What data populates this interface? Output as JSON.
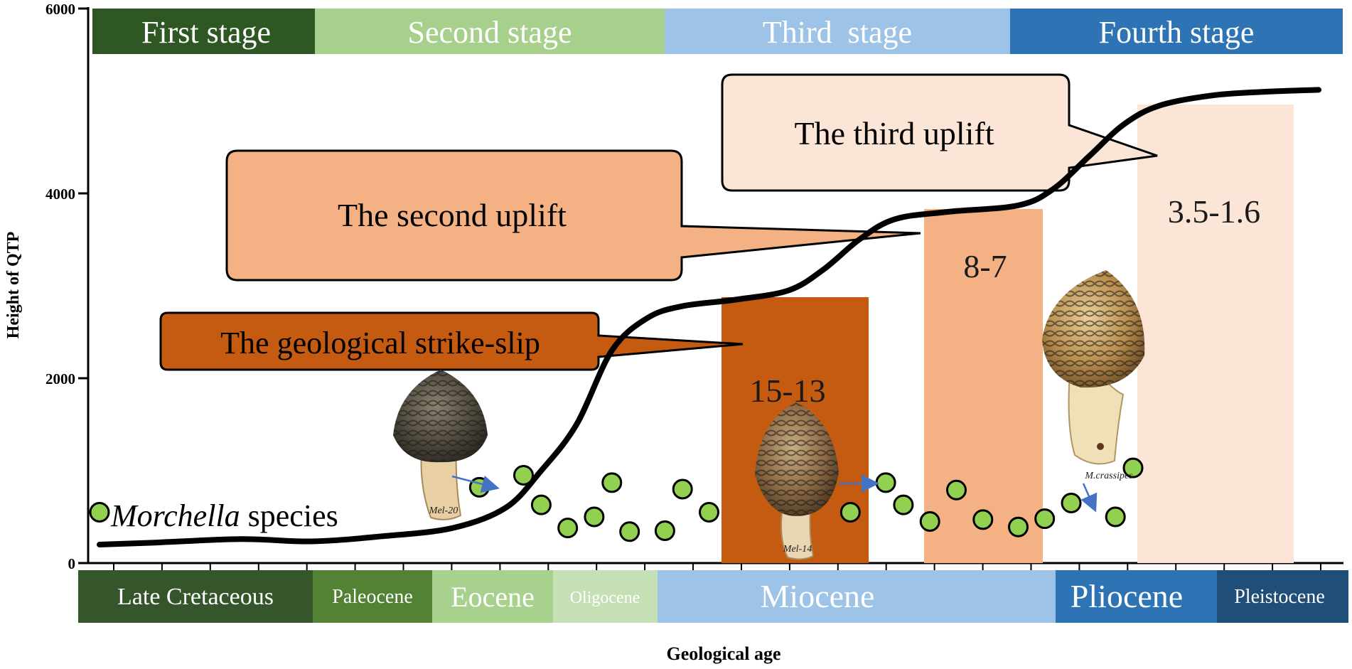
{
  "chart_data": {
    "type": "line",
    "title": "",
    "xlabel": "Geological age",
    "ylabel": "Height of QTP",
    "ylim": [
      0,
      6000
    ],
    "yticks": [
      0,
      2000,
      4000,
      6000
    ],
    "stages": [
      {
        "label": "First stage",
        "color": "#2e5724"
      },
      {
        "label": "Second stage",
        "color": "#a8d08d"
      },
      {
        "label": "Third  stage",
        "color": "#9dc3e6"
      },
      {
        "label": "Fourth stage",
        "color": "#2e74b5"
      }
    ],
    "epochs": [
      {
        "label": "Late Cretaceous",
        "color": "#35562a"
      },
      {
        "label": "Paleocene",
        "color": "#548235"
      },
      {
        "label": "Eocene",
        "color": "#a9d18e"
      },
      {
        "label": "Oligocene",
        "color": "#c5e0b4"
      },
      {
        "label": "Miocene",
        "color": "#9dc3e6"
      },
      {
        "label": "Pliocene",
        "color": "#2e74b5"
      },
      {
        "label": "Pleistocene",
        "color": "#1f4e79"
      }
    ],
    "uplift_bands": [
      {
        "label": "15-13",
        "color": "#c55a11"
      },
      {
        "label": "8-7",
        "color": "#f4b183"
      },
      {
        "label": "3.5-1.6",
        "color": "#fbe5d6"
      }
    ],
    "callouts": [
      {
        "text": "The geological strike-slip",
        "color": "#c55a11"
      },
      {
        "text": "The second uplift",
        "color": "#f4b183"
      },
      {
        "text": "The third uplift",
        "color": "#fbe5d6"
      }
    ],
    "series_label": {
      "italic": "Morchella",
      "rest": " species"
    },
    "specimen_labels": [
      "Mel-20",
      "Mel-14",
      "M.crassipes"
    ],
    "elevation_curve": [
      [
        0,
        200
      ],
      [
        3,
        220
      ],
      [
        8,
        260
      ],
      [
        12,
        235
      ],
      [
        16,
        290
      ],
      [
        20,
        380
      ],
      [
        23,
        600
      ],
      [
        25,
        1000
      ],
      [
        27,
        1500
      ],
      [
        29,
        2300
      ],
      [
        31,
        2650
      ],
      [
        33,
        2780
      ],
      [
        36,
        2850
      ],
      [
        39,
        2950
      ],
      [
        41,
        3180
      ],
      [
        43,
        3500
      ],
      [
        45,
        3720
      ],
      [
        48,
        3800
      ],
      [
        52,
        3870
      ],
      [
        54,
        4050
      ],
      [
        56,
        4400
      ],
      [
        58,
        4750
      ],
      [
        60,
        4950
      ],
      [
        63,
        5060
      ],
      [
        66,
        5100
      ],
      [
        69,
        5120
      ]
    ],
    "species_points": [
      [
        0,
        550
      ],
      [
        21.5,
        820
      ],
      [
        24,
        950
      ],
      [
        25,
        630
      ],
      [
        26.5,
        380
      ],
      [
        28,
        500
      ],
      [
        29,
        870
      ],
      [
        30,
        340
      ],
      [
        32,
        350
      ],
      [
        33,
        800
      ],
      [
        34.5,
        550
      ],
      [
        41,
        950
      ],
      [
        42.5,
        550
      ],
      [
        44.5,
        870
      ],
      [
        45.5,
        630
      ],
      [
        47,
        450
      ],
      [
        48.5,
        790
      ],
      [
        50,
        470
      ],
      [
        52,
        390
      ],
      [
        53.5,
        480
      ],
      [
        55,
        650
      ],
      [
        57.5,
        500
      ],
      [
        58.5,
        1030
      ]
    ]
  }
}
